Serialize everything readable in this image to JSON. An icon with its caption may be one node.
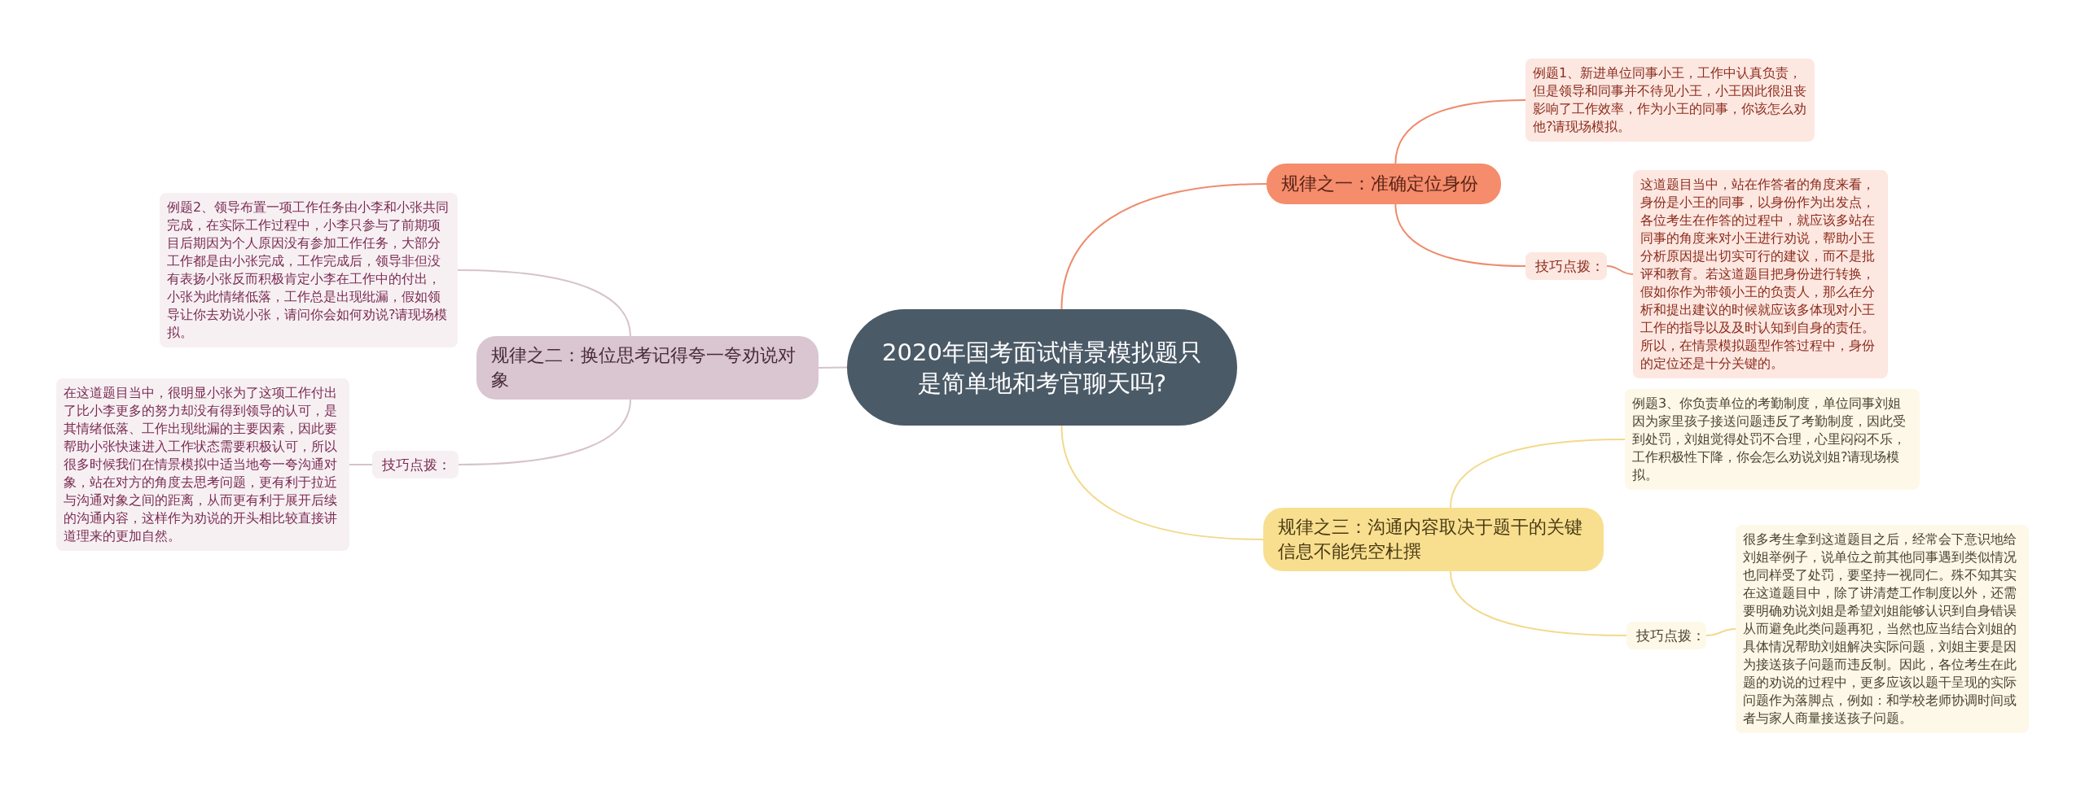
{
  "diagram": {
    "nodes": [
      {
        "text": [
          "2020年国考面试情景模拟题只是简单地和考官聊天吗?"
        ]
      },
      {
        "text": [
          "规律之一：准确定位身份"
        ]
      },
      {
        "text": [
          "例题1、新进单位同事小王，工作中认真负责，但是领导和同事并不待见小王，小王因此很沮丧影响了工作效率，作为小王的同事，你该怎么劝他?请现场模拟。"
        ]
      },
      {
        "text": [
          "技巧点拨："
        ]
      },
      {
        "text": [
          "这道题目当中，站在作答者的角度来看，身份是小王的同事，以身份作为出发点，各位考生在作答的过程中，就应该多站在同事的角度来对小王进行劝说，帮助小王分析原因提出切实可行的建议，而不是批评和教育。若这道题目把身份进行转换，假如你作为带领小王的负责人，那么在分析和提出建议的时候就应该多体现对小王工作的指导以及及时认知到自身的责任。所以，在情景模拟题型作答过程中，身份的定位还是十分关键的。"
        ]
      },
      {
        "text": [
          "规律之二：换位思考记得夸一夸劝说对象"
        ]
      },
      {
        "text": [
          "例题2、领导布置一项工作任务由小李和小张共同完成，在实际工作过程中，小李只参与了前期项目后期因为个人原因没有参加工作任务，大部分工作都是由小张完成，工作完成后，领导非但没有表扬小张反而积极肯定小李在工作中的付出，小张为此情绪低落，工作总是出现纰漏，假如领导让你去劝说小张，请问你会如何劝说?请现场模拟。"
        ]
      },
      {
        "text": [
          "技巧点拨："
        ]
      },
      {
        "text": [
          "在这道题目当中，很明显小张为了这项工作付出了比小李更多的努力却没有得到领导的认可，是其情绪低落、工作出现纰漏的主要因素，因此要帮助小张快速进入工作状态需要积极认可，所以很多时候我们在情景模拟中适当地夸一夸沟通对象，站在对方的角度去思考问题，更有利于拉近与沟通对象之间的距离，从而更有利于展开后续的沟通内容，这样作为劝说的开头相比较直接讲道理来的更加自然。"
        ]
      },
      {
        "text": [
          "规律之三：沟通内容取决于题干的关键信息不能凭空杜撰"
        ]
      },
      {
        "text": [
          "例题3、你负责单位的考勤制度，单位同事刘姐因为家里孩子接送问题违反了考勤制度，因此受到处罚，刘姐觉得处罚不合理，心里闷闷不乐，工作积极性下降，你会怎么劝说刘姐?请现场模拟。"
        ]
      },
      {
        "text": [
          "技巧点拨："
        ]
      },
      {
        "text": [
          "很多考生拿到这道题目之后，经常会下意识地给刘姐举例子，说单位之前其他同事遇到类似情况也同样受了处罚，要坚持一视同仁。殊不知其实在这道题目中，除了讲清楚工作制度以外，还需要明确劝说刘姐是希望刘姐能够认识到自身错误从而避免此类问题再犯，当然也应当结合刘姐的具体情况帮助刘姐解决实际问题，刘姐主要是因为接送孩子问题而违反制。因此，各位考生在此题的劝说的过程中，更多应该以题干呈现的实际问题作为落脚点，例如：和学校老师协调时间或者与家人商量接送孩子问题。"
        ]
      }
    ],
    "edges": [
      {
        "from": 0,
        "to": 1,
        "arrow": "none",
        "color": "#ee8b6c"
      },
      {
        "from": 1,
        "to": 2,
        "arrow": "none",
        "color": "#ee8b6c"
      },
      {
        "from": 1,
        "to": 3,
        "arrow": "none",
        "color": "#ee8b6c"
      },
      {
        "from": 3,
        "to": 4,
        "arrow": "none",
        "color": "#ee8b6c"
      },
      {
        "from": 0,
        "to": 5,
        "arrow": "none",
        "color": "#d6c3cc"
      },
      {
        "from": 5,
        "to": 6,
        "arrow": "none",
        "color": "#d6c3cc"
      },
      {
        "from": 5,
        "to": 7,
        "arrow": "none",
        "color": "#d6c3cc"
      },
      {
        "from": 7,
        "to": 8,
        "arrow": "none",
        "color": "#d6c3cc"
      },
      {
        "from": 0,
        "to": 9,
        "arrow": "none",
        "color": "#f3d98c"
      },
      {
        "from": 9,
        "to": 10,
        "arrow": "none",
        "color": "#f3d98c"
      },
      {
        "from": 9,
        "to": 11,
        "arrow": "none",
        "color": "#f3d98c"
      },
      {
        "from": 11,
        "to": 12,
        "arrow": "none",
        "color": "#f3d98c"
      }
    ]
  }
}
